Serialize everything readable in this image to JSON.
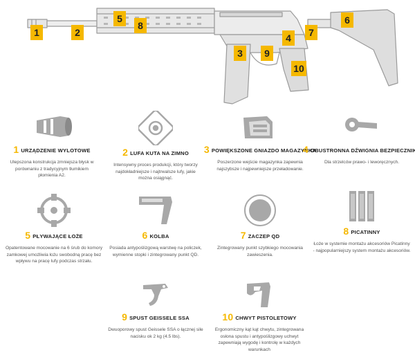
{
  "accent_color": "#f5b800",
  "icon_color": "#9a9a9a",
  "markers": [
    "1",
    "2",
    "3",
    "4",
    "5",
    "6",
    "7",
    "8",
    "9",
    "10"
  ],
  "features": [
    {
      "num": "1",
      "icon": "muzzle-device-icon",
      "title": "URZĄDZENIE WYLOTOWE",
      "desc": "Ulepszona konstrukcja zmniejsza błysk w porównaniu z tradycyjnym tłumikiem płomienia A2."
    },
    {
      "num": "2",
      "icon": "barrel-cross-section-icon",
      "title": "LUFA KUTA NA ZIMNO",
      "desc": "Intensywny proces produkcji, który tworzy najdokładniejsze i najtrwalsze lufy, jakie można osiągnąć."
    },
    {
      "num": "3",
      "icon": "magazine-well-icon",
      "title": "POWIĘKSZONE GNIAZDO MAGAZYNKA",
      "desc": "Poszerzone wejście magazynka zapewnia najszybsze i najpewniejsze przeładowanie."
    },
    {
      "num": "4",
      "icon": "safety-lever-icon",
      "title": "OBUSTRONNA DŹWIGNIA BEZPIECZNIKA",
      "desc": "Dla strzelców prawo- i leworęcznych."
    },
    {
      "num": "5",
      "icon": "free-float-rail-icon",
      "title": "PŁYWAJĄCE ŁOŻE",
      "desc": "Opatentowane mocowanie na 6 śrub do komory zamkowej umożliwia łożu swobodną pracę bez wpływu na pracę lufy podczas strzału."
    },
    {
      "num": "6",
      "icon": "stock-icon",
      "title": "KOLBA",
      "desc": "Posiada antypoślizgową warstwę na policzek, wymienne stopki i zintegrowany punkt QD."
    },
    {
      "num": "7",
      "icon": "qd-mount-icon",
      "title": "ZACZEP QD",
      "desc": "Zintegrowany punkt szybkiego mocowania zawieszenia."
    },
    {
      "num": "8",
      "icon": "picatinny-rail-icon",
      "title": "PICATINNY",
      "desc": "Łoże w systemie montażu akcesoriów Picatinny - najpopularniejszy system montażu akcesoriów."
    },
    {
      "num": "9",
      "icon": "trigger-icon",
      "title": "SPUST GEISSELE SSA",
      "desc": "Dwuoporowy spust Geissele SSA o łącznej sile nacisku ok 2 kg (4.5 lbs)."
    },
    {
      "num": "10",
      "icon": "pistol-grip-icon",
      "title": "CHWYT PISTOLETOWY",
      "desc": "Ergonomiczny kąt kąt chwytu, zintegrowana osłona spustu i antypoślizgowy uchwyt zapewniają wygodę i kontrolę w każdych warunkach"
    }
  ]
}
